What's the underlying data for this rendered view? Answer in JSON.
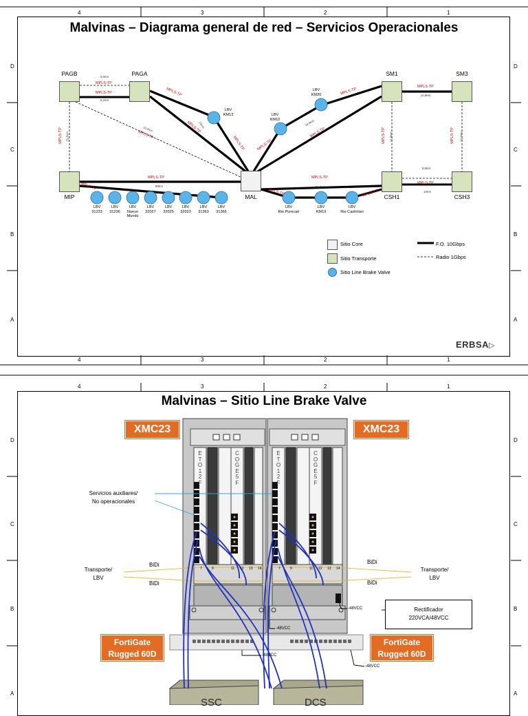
{
  "page1": {
    "title": "Malvinas – Diagrama general de red – Servicios Operacionales",
    "columns": [
      "4",
      "3",
      "2",
      "1"
    ],
    "rows": [
      "D",
      "C",
      "B",
      "A"
    ],
    "nodes": {
      "pagb": "PAGB",
      "paga": "PAGA",
      "sm1": "SM1",
      "sm3": "SM3",
      "mip": "MIP",
      "mal": "MAL",
      "csh1": "CSH1",
      "csh3": "CSH3",
      "lbv_km13": [
        "LBV",
        "KM13"
      ],
      "lbv_km20": [
        "LBV",
        "KM20"
      ],
      "lbv_km10": [
        "LBV",
        "KM10"
      ]
    },
    "lbv_bottom_left": [
      [
        "LBV",
        "31233"
      ],
      [
        "LBV",
        "31236"
      ],
      [
        "LBV",
        "Nuevo",
        "Mundo"
      ],
      [
        "LBV",
        "32027"
      ],
      [
        "LBV",
        "32025"
      ],
      [
        "LBV",
        "32023"
      ],
      [
        "LBV",
        "31363"
      ],
      [
        "LBV",
        "31366"
      ]
    ],
    "lbv_bottom_right": [
      [
        "LBV",
        "Rio Purocari"
      ],
      [
        "LBV",
        "KM19"
      ],
      [
        "LBV",
        "Rio Cashiriari"
      ]
    ],
    "link_label": "MPLS-TP",
    "distances": {
      "pagb_paga_top": "5,6Km",
      "pagb_paga_bot": "8,2Km",
      "pagb_mip": "25,3Km",
      "paga_mal_dash": "10,4Km",
      "km13": "21Km",
      "km20": "23,5Km",
      "mip_mal": "68Km",
      "sm1_sm3": "10,6Km",
      "sm1_csh1": "11,8Km",
      "sm3_csh3": "12,1Km",
      "csh1_csh3_top": "8,6Km",
      "csh1_csh3_bot": "14Km",
      "mal_csh1": "26,4Km"
    },
    "legend": {
      "core": "Sitio Core",
      "transporte": "Sitio Transporte",
      "lbv": "Sitio Line Brake Valve",
      "fo": "F.O. 10Gbps",
      "radio": "Radio 1Gbps"
    },
    "logo": "ERBSA",
    "colors": {
      "transport": "#d6e3bc",
      "lbv": "#5ab4e8",
      "core": "#f2f2f2",
      "mpls": "#d00000"
    }
  },
  "page2": {
    "title": "Malvinas – Sitio Line Brake Valve",
    "xmc_left": "XMC23",
    "xmc_right": "XMC23",
    "card1": [
      "E",
      "T",
      "O",
      "1",
      "2",
      "F"
    ],
    "card2": [
      "C",
      "O",
      "G",
      "E",
      "5",
      "F"
    ],
    "port_numbers": [
      "7",
      "9",
      "11",
      "12",
      "13",
      "14"
    ],
    "servicios": "Servicios auxiliares/\nNo operacionales",
    "transporte_left": [
      "Transporte/",
      "LBV"
    ],
    "transporte_right": [
      "Transporte/",
      "LBV"
    ],
    "bidi": "BiDi",
    "rectificador": [
      "Rectificador",
      "220VCA/48VCC"
    ],
    "vcc": "-48VCC",
    "fortigate": [
      "FortiGate",
      "Rugged 60D"
    ],
    "box_left": "SSC",
    "box_right": "DCS",
    "colors": {
      "xmc": "#e36c24",
      "fiber": "#2030c0",
      "bidi": "#e8b830"
    }
  }
}
